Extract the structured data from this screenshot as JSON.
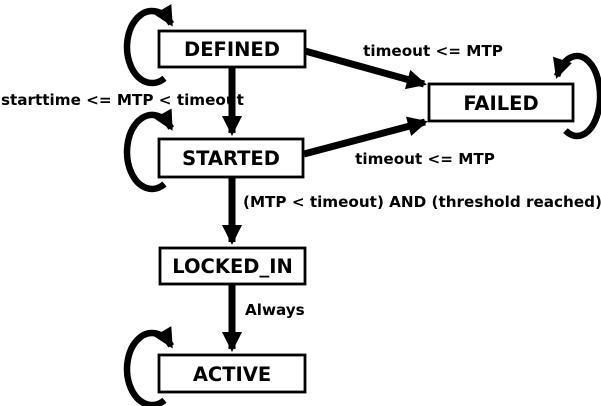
{
  "diagram": {
    "kind": "state-machine",
    "colors": {
      "background": "#ffffff",
      "line": "#000000",
      "state_fill": "#ffffff",
      "text": "#000000"
    },
    "states": [
      {
        "id": "defined",
        "label": "DEFINED",
        "self_loop": true
      },
      {
        "id": "failed",
        "label": "FAILED",
        "self_loop": true
      },
      {
        "id": "started",
        "label": "STARTED",
        "self_loop": true
      },
      {
        "id": "locked_in",
        "label": "LOCKED_IN",
        "self_loop": false
      },
      {
        "id": "active",
        "label": "ACTIVE",
        "self_loop": true
      }
    ],
    "transitions": [
      {
        "from": "DEFINED",
        "to": "FAILED",
        "label": "timeout <= MTP"
      },
      {
        "from": "DEFINED",
        "to": "STARTED",
        "label": "starttime <= MTP < timeout"
      },
      {
        "from": "STARTED",
        "to": "FAILED",
        "label": "timeout <= MTP"
      },
      {
        "from": "STARTED",
        "to": "LOCKED_IN",
        "label": "(MTP < timeout) AND (threshold reached)"
      },
      {
        "from": "LOCKED_IN",
        "to": "ACTIVE",
        "label": "Always"
      }
    ]
  }
}
